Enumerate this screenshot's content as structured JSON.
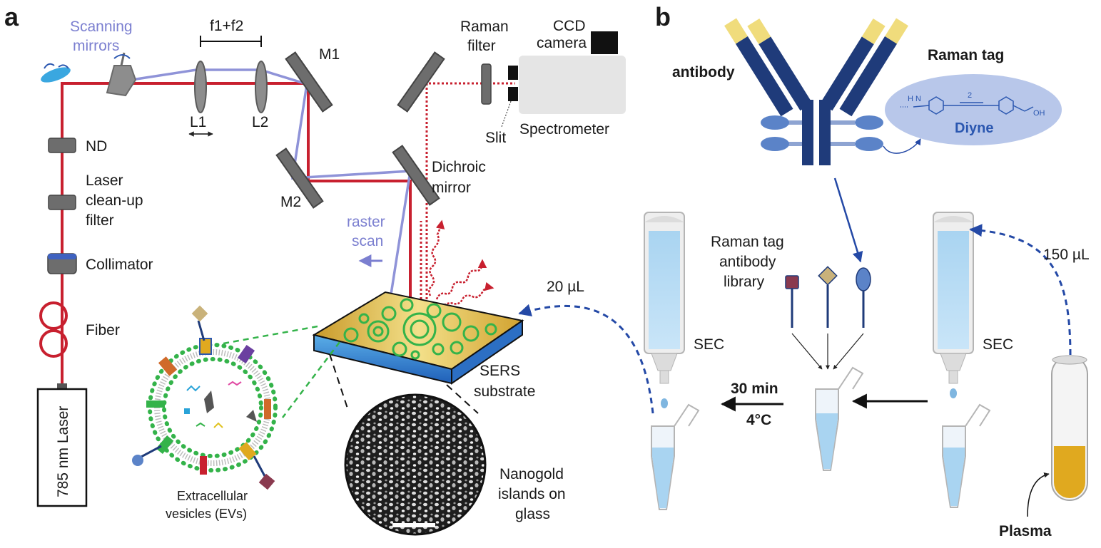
{
  "panel_a": {
    "letter": "a",
    "scanning_mirrors": [
      "Scanning",
      "mirrors"
    ],
    "f1f2": "f1+f2",
    "l1": "L1",
    "l2": "L2",
    "m1": "M1",
    "m2": "M2",
    "nd": "ND",
    "cleanup": [
      "Laser",
      "clean-up",
      "filter"
    ],
    "collimator": "Collimator",
    "fiber": "Fiber",
    "laser": "785 nm Laser",
    "raman_filter": [
      "Raman",
      "filter"
    ],
    "ccd": [
      "CCD",
      "camera"
    ],
    "slit": "Slit",
    "spectrometer": "Spectrometer",
    "dichroic": [
      "Dichroic",
      "mirror"
    ],
    "raster": [
      "raster",
      "scan"
    ],
    "sers": [
      "SERS",
      "substrate"
    ],
    "evs": [
      "Extracellular",
      "vesicles (EVs)"
    ],
    "nanogold": [
      "Nanogold",
      "islands on",
      "glass"
    ]
  },
  "panel_b": {
    "letter": "b",
    "antibody": "antibody",
    "raman_tag": "Raman tag",
    "diyne": "Diyne",
    "diyne_index": "2",
    "nh": "H\nN",
    "oh": "OH",
    "library": [
      "Raman tag",
      "antibody",
      "library"
    ],
    "sec_left": "SEC",
    "sec_right": "SEC",
    "vol_20": "20 µL",
    "vol_150": "150 µL",
    "time": "30 min",
    "temp": "4°C",
    "plasma": "Plasma"
  },
  "colors": {
    "laser_red": "#c8202f",
    "scan_purple": "#8f93d8",
    "navy": "#1f3b7a",
    "green": "#34b34a",
    "gold": "#e0a91f",
    "sec_blue": "#a8d2ee"
  }
}
